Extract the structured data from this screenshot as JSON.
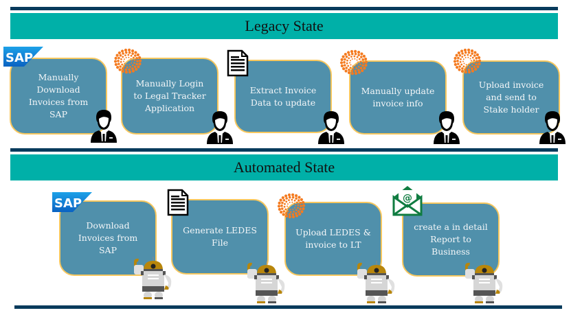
{
  "legacy": {
    "title": "Legacy State",
    "steps": [
      {
        "label": "Manually\nDownload\nInvoices from\nSAP",
        "icon": "sap-logo",
        "actor": "person-icon"
      },
      {
        "label": "Manually Login\nto Legal Tracker\nApplication",
        "icon": "legal-tracker-logo",
        "actor": "person-icon"
      },
      {
        "label": "Extract Invoice\nData to update",
        "icon": "document-icon",
        "actor": "person-icon"
      },
      {
        "label": "Manually update\ninvoice info",
        "icon": "legal-tracker-logo",
        "actor": "person-icon"
      },
      {
        "label": "Upload invoice\nand send to\nStake holder",
        "icon": "legal-tracker-logo",
        "actor": "person-icon"
      }
    ]
  },
  "automated": {
    "title": "Automated State",
    "steps": [
      {
        "label": "Download\nInvoices from\nSAP",
        "icon": "sap-logo",
        "actor": "robot-icon"
      },
      {
        "label": "Generate LEDES\nFile",
        "icon": "document-icon",
        "actor": "robot-icon"
      },
      {
        "label": "Upload LEDES &\ninvoice to LT",
        "icon": "legal-tracker-logo",
        "actor": "robot-icon"
      },
      {
        "label": "create a in detail\nReport to\nBusiness",
        "icon": "email-icon",
        "actor": "robot-icon"
      }
    ]
  },
  "sap_logo_text": "SAP",
  "colors": {
    "rule": "#073b5c",
    "banner": "#00b0a8",
    "box": "#5090ab",
    "box_border": "#f7c75e",
    "orange": "#f47b20",
    "email_green": "#107c41"
  }
}
